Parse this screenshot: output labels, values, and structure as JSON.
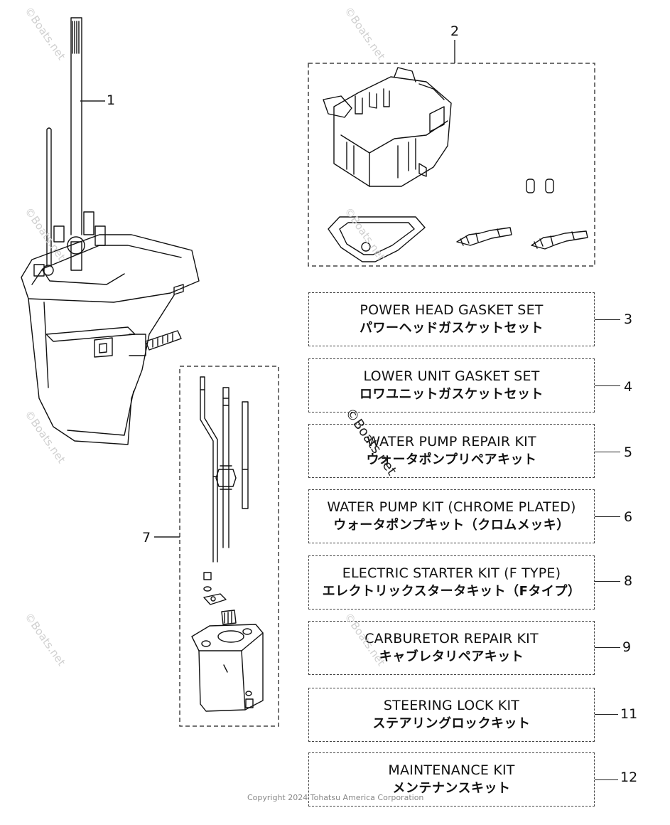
{
  "callouts": {
    "c1": "1",
    "c2": "2",
    "c3": "3",
    "c4": "4",
    "c5": "5",
    "c6": "6",
    "c7": "7",
    "c8": "8",
    "c9": "9",
    "c11": "11",
    "c12": "12"
  },
  "kits": [
    {
      "en": "POWER HEAD GASKET SET",
      "jp": "パワーヘッドガスケットセット"
    },
    {
      "en": "LOWER UNIT GASKET SET",
      "jp": "ロワユニットガスケットセット"
    },
    {
      "en": "WATER PUMP REPAIR KIT",
      "jp": "ウォータポンプリペアキット"
    },
    {
      "en": "WATER PUMP KIT (CHROME PLATED)",
      "jp": "ウォータポンプキット（クロムメッキ）"
    },
    {
      "en": "ELECTRIC STARTER KIT (F TYPE)",
      "jp": "エレクトリックスタータキット（Fタイプ）"
    },
    {
      "en": "CARBURETOR REPAIR KIT",
      "jp": "キャブレタリペアキット"
    },
    {
      "en": "STEERING LOCK KIT",
      "jp": "ステアリングロックキット"
    },
    {
      "en": "MAINTENANCE KIT",
      "jp": "メンテナンスキット"
    }
  ],
  "watermark": "©Boats.net",
  "copyright": "Copyright 2024 Tohatsu America Corporation"
}
